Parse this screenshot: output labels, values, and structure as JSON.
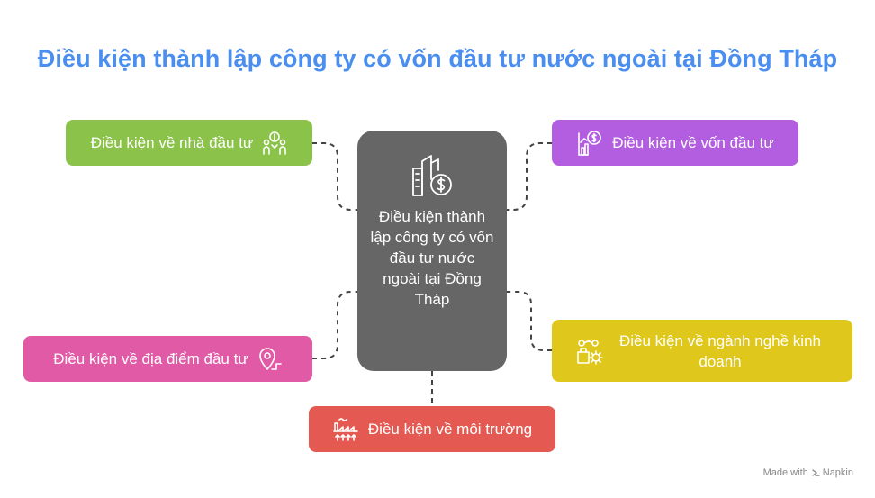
{
  "title": "Điều kiện thành lập công ty có vốn đầu tư nước ngoài tại Đồng Tháp",
  "center": {
    "label": "Điều kiện thành lập công ty có vốn đầu tư nước ngoài tại Đồng Tháp",
    "icon": "city-money-icon"
  },
  "nodes": {
    "investor": {
      "label": "Điều kiện về nhà đầu tư",
      "icon": "investors-money-icon",
      "color": "#8bc34a"
    },
    "capital": {
      "label": "Điều kiện về vốn đầu tư",
      "icon": "capital-chart-money-icon",
      "color": "#b35ee0"
    },
    "location": {
      "label": "Điều kiện về địa điểm đầu tư",
      "icon": "location-pin-icon",
      "color": "#e15aa5"
    },
    "industry": {
      "label": "Điều kiện về ngành nghề kinh doanh",
      "icon": "business-gear-icon",
      "color": "#e0c71b"
    },
    "environment": {
      "label": "Điều kiện về môi trường",
      "icon": "factory-icon",
      "color": "#e45a52"
    }
  },
  "footer": {
    "made_with": "Made with",
    "brand": "Napkin"
  },
  "colors": {
    "title": "#4a8ef0",
    "center": "#666666",
    "connector": "#444444"
  }
}
